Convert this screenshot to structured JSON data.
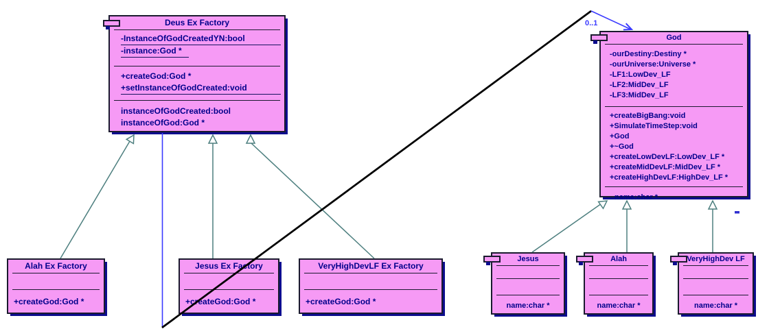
{
  "colors": {
    "node_fill": "#f69af5",
    "node_border": "#1a1a2e",
    "node_shadow": "#0d0d8e",
    "text": "#00008b",
    "generalization": "#4d7f7f",
    "association": "#3a3aff",
    "reflexive_line": "#000000"
  },
  "association": {
    "multiplicity": "0..1"
  },
  "icons": {
    "class_tab": "uml-class-stereotype-tab"
  },
  "classes": {
    "deus": {
      "title": "Deus Ex Factory",
      "attributes": [
        "-InstanceOfGodCreatedYN:bool",
        "-instance:God *"
      ],
      "operations": [
        "+createGod:God *",
        "+setInstanceOfGodCreated:void"
      ],
      "properties": [
        "instanceOfGodCreated:bool",
        "instanceOfGod:God *"
      ]
    },
    "god": {
      "title": "God",
      "attributes": [
        "-ourDestiny:Destiny *",
        "-ourUniverse:Universe *",
        "-LF1:LowDev_LF",
        "-LF2:MidDev_LF",
        "-LF3:MidDev_LF"
      ],
      "operations": [
        "+createBigBang:void",
        "+SimulateTimeStep:void",
        "+God",
        "+~God",
        "+createLowDevLF:LowDev_LF *",
        "+createMidDevLF:MidDev_LF *",
        "+createHighDevLF:HighDev_LF *"
      ],
      "properties": [
        "name:char *"
      ]
    },
    "alah_ex": {
      "title": "Alah Ex Factory",
      "operations": [
        "+createGod:God *"
      ]
    },
    "jesus_ex": {
      "title": "Jesus Ex Factory",
      "operations": [
        "+createGod:God *"
      ]
    },
    "vhd_ex": {
      "title": "VeryHighDevLF Ex Factory",
      "operations": [
        "+createGod:God *"
      ]
    },
    "jesus": {
      "title": "Jesus",
      "properties": [
        "name:char *"
      ]
    },
    "alah": {
      "title": "Alah",
      "properties": [
        "name:char *"
      ]
    },
    "vhd": {
      "title": "VeryHighDev LF",
      "properties": [
        "name:char *"
      ]
    }
  }
}
